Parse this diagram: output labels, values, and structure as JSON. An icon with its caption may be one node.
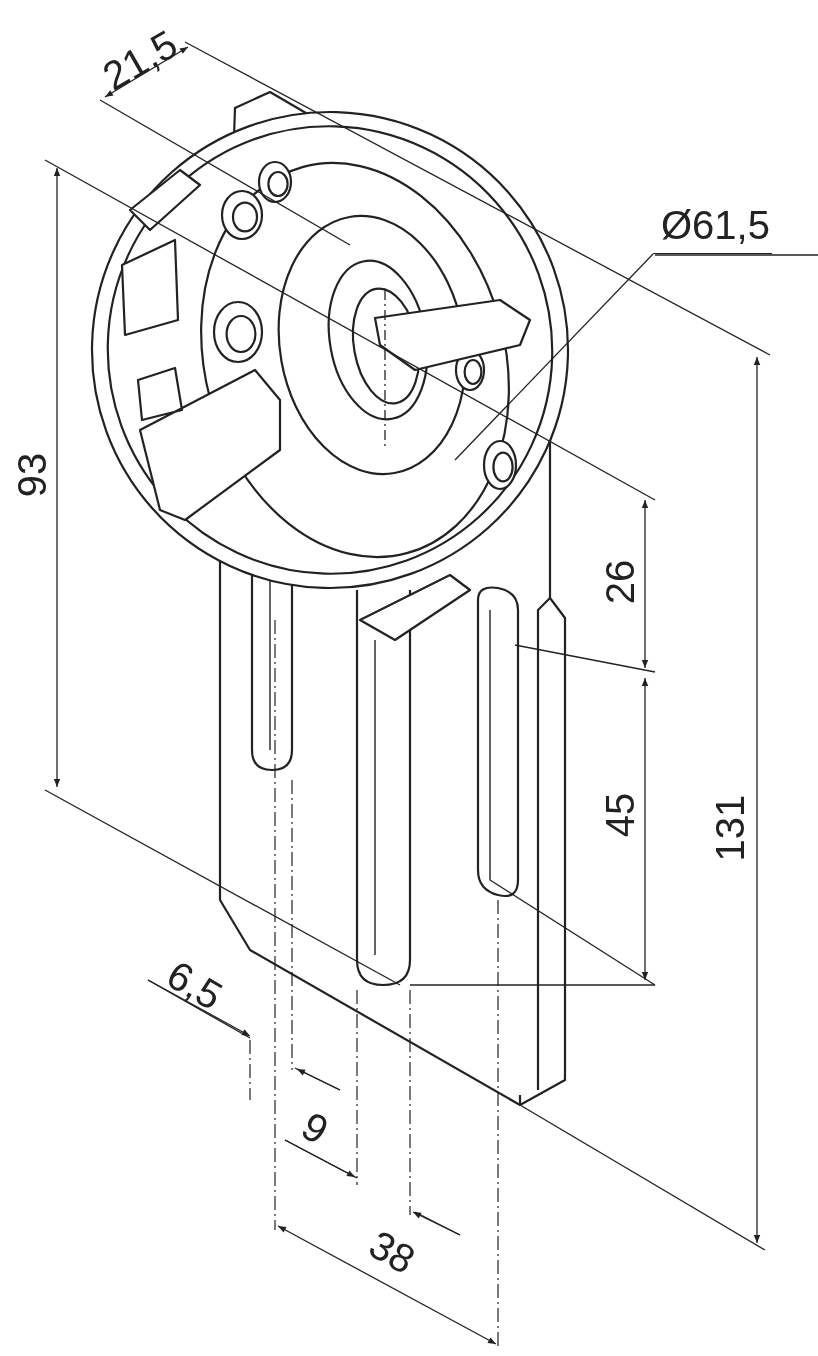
{
  "diagram": {
    "nodes": [
      {
        "text": [
          "Ø61,5"
        ]
      },
      {
        "text": [],
        "shape": "circle"
      }
    ],
    "edges": [
      {
        "from": 0,
        "to": 1,
        "arrow": "none"
      }
    ],
    "labels": [
      "21,5",
      "93",
      "26",
      "45",
      "131",
      "6,5",
      "9",
      "38"
    ]
  }
}
